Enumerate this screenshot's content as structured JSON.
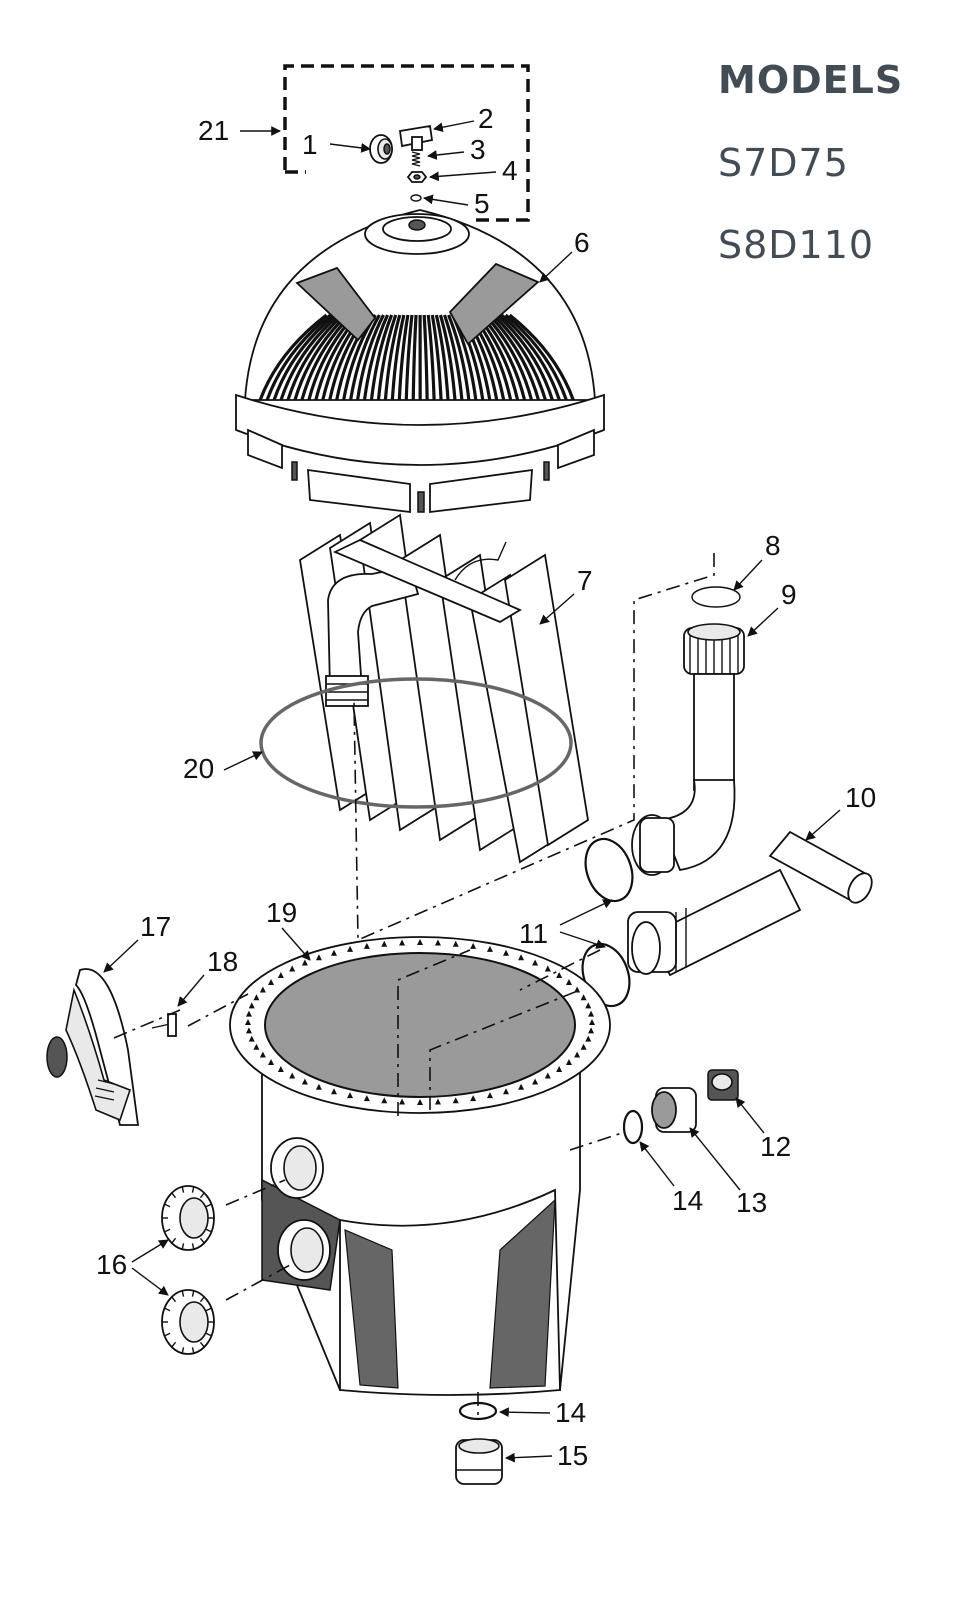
{
  "models": {
    "heading": "MODELS",
    "items": [
      "S7D75",
      "S8D110"
    ]
  },
  "callouts": [
    "1",
    "2",
    "3",
    "4",
    "5",
    "6",
    "7",
    "8",
    "9",
    "10",
    "11",
    "12",
    "13",
    "14",
    "14",
    "15",
    "16",
    "17",
    "18",
    "19",
    "20",
    "21"
  ]
}
